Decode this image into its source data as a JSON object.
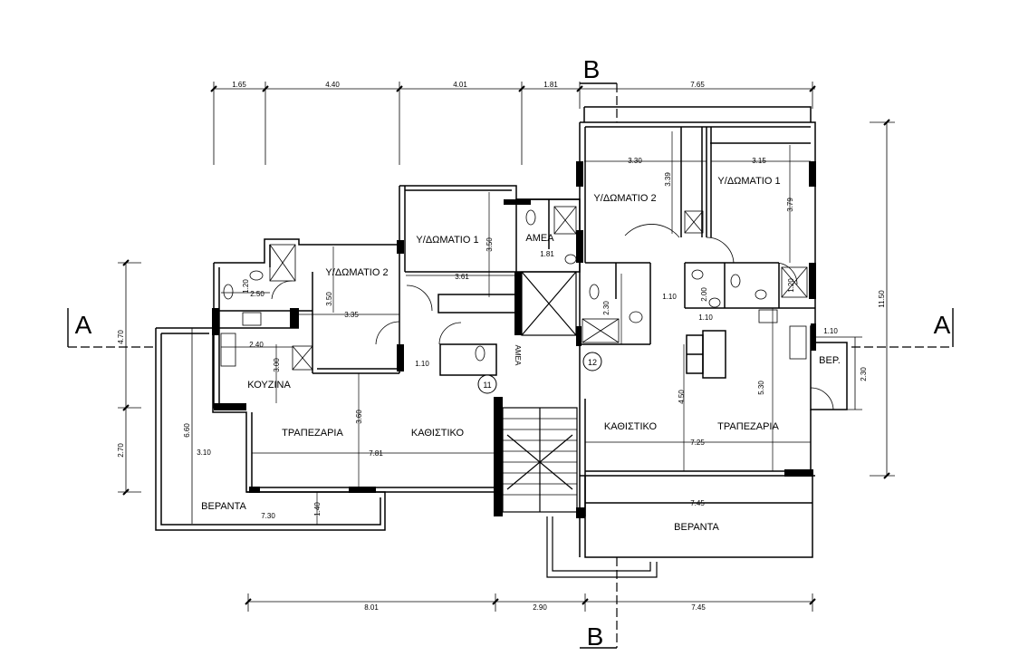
{
  "section_marks": {
    "a_left": "A",
    "a_right": "A",
    "b_top": "B",
    "b_bottom": "B"
  },
  "top_dims": {
    "d1": "1.65",
    "d2": "4.40",
    "d3": "4.01",
    "d4": "1.81",
    "d5": "7.65"
  },
  "bottom_dims": {
    "d1": "8.01",
    "d2": "2.90",
    "d3": "7.45"
  },
  "left_dims": {
    "d1": "4.70",
    "d2": "2.70",
    "d3": "6.60"
  },
  "right_dims": {
    "d1": "11.50",
    "d2": "2.30",
    "d3": "1.10"
  },
  "unit11": {
    "bedroom1": "Υ/ΔΩΜΑΤΙΟ 1",
    "bedroom2": "Υ/ΔΩΜΑΤΙΟ 2",
    "kitchen": "ΚΟΥΖΙΝΑ",
    "dining": "ΤΡΑΠΕΖΑΡΙΑ",
    "living": "ΚΑΘΙΣΤΙΚΟ",
    "veranda": "ΒΕΡΑΝΤΑ",
    "wc_upper": "ΑΜΕΑ",
    "wc_lower": "ΑΜΕΑ",
    "number": "11",
    "dims": {
      "b1_h": "3.50",
      "b1_w": "3.61",
      "b2_h": "3.50",
      "b2_w": "3.35",
      "wc_w": "2.50",
      "wc_h": "1.20",
      "kit_w": "2.40",
      "kit_h": "3.00",
      "dining_h": "3.60",
      "liv_w": "7.81",
      "ver_w": "7.30",
      "ver_h": "1.40",
      "ver_side": "3.10",
      "ameya_w": "1.81",
      "lob": "1.10"
    }
  },
  "unit12": {
    "bedroom1": "Υ/ΔΩΜΑΤΙΟ 1",
    "bedroom2": "Υ/ΔΩΜΑΤΙΟ 2",
    "living": "ΚΑΘΙΣΤΙΚΟ",
    "dining": "ΤΡΑΠΕΖΑΡΙΑ",
    "veranda": "ΒΕΡΑΝΤΑ",
    "store": "ΒΕΡ.",
    "number": "12",
    "dims": {
      "b2_w": "3.30",
      "b2_h": "3.39",
      "b1_w": "3.15",
      "b1_h": "3.79",
      "bath_h": "2.30",
      "bath_w": "1.10",
      "wc_h": "2.00",
      "wc_w": "1.10",
      "wc_s": "1.20",
      "liv_h": "4.50",
      "din_h": "5.30",
      "liv_w": "7.25",
      "ver_w": "7.45"
    }
  }
}
